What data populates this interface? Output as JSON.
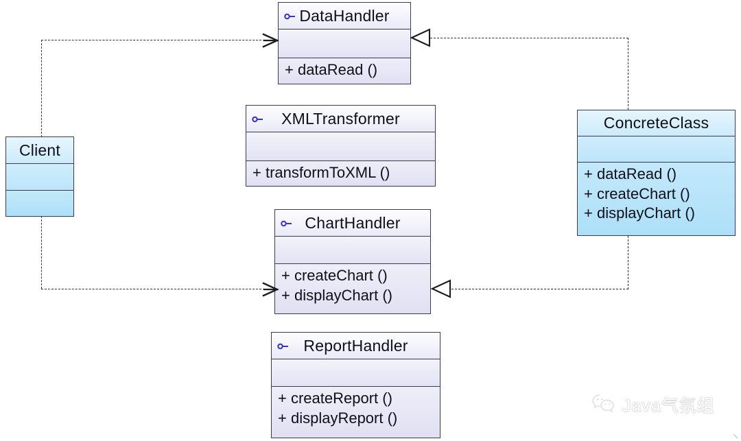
{
  "diagram": {
    "type": "uml-class-diagram",
    "title": "Interface Segregation Principle UML class diagram",
    "background_color": "#ffffff",
    "interface_fill": "#e6e6f5",
    "class_fill": "#bfe6fa",
    "border_color": "#3a3a4a",
    "icon_color": "#3b30c9"
  },
  "nodes": [
    {
      "id": "data-handler",
      "name": "DataHandler",
      "stereotype_icon": "interface-lollipop-icon",
      "kind": "interface",
      "attributes": [],
      "operations": [
        "+ dataRead ()"
      ]
    },
    {
      "id": "xml-transformer",
      "name": "XMLTransformer",
      "stereotype_icon": "interface-lollipop-icon",
      "kind": "interface",
      "attributes": [],
      "operations": [
        "+ transformToXML ()"
      ]
    },
    {
      "id": "chart-handler",
      "name": "ChartHandler",
      "stereotype_icon": "interface-lollipop-icon",
      "kind": "interface",
      "attributes": [],
      "operations": [
        "+ createChart ()",
        "+ displayChart ()"
      ]
    },
    {
      "id": "report-handler",
      "name": "ReportHandler",
      "stereotype_icon": "interface-lollipop-icon",
      "kind": "interface",
      "attributes": [],
      "operations": [
        "+ createReport ()",
        "+ displayReport ()"
      ]
    },
    {
      "id": "concrete-class",
      "name": "ConcreteClass",
      "stereotype_icon": "",
      "kind": "class",
      "attributes": [],
      "operations": [
        "+ dataRead ()",
        "+ createChart ()",
        "+ displayChart ()"
      ]
    },
    {
      "id": "client",
      "name": "Client",
      "stereotype_icon": "",
      "kind": "class",
      "attributes": [],
      "operations": []
    }
  ],
  "edges": [
    {
      "id": "client-to-data-handler",
      "from": "client",
      "to": "data-handler",
      "relation": "dependency",
      "line": "dashed",
      "arrowhead": "open-arrow"
    },
    {
      "id": "client-to-chart-handler",
      "from": "client",
      "to": "chart-handler",
      "relation": "dependency",
      "line": "dashed",
      "arrowhead": "open-arrow"
    },
    {
      "id": "concrete-class-to-data-handler",
      "from": "concrete-class",
      "to": "data-handler",
      "relation": "realization",
      "line": "dashed",
      "arrowhead": "hollow-triangle"
    },
    {
      "id": "concrete-class-to-chart-handler",
      "from": "concrete-class",
      "to": "chart-handler",
      "relation": "realization",
      "line": "dashed",
      "arrowhead": "hollow-triangle"
    }
  ],
  "watermark": {
    "icon": "wechat-icon",
    "text": "Java气氛组"
  }
}
